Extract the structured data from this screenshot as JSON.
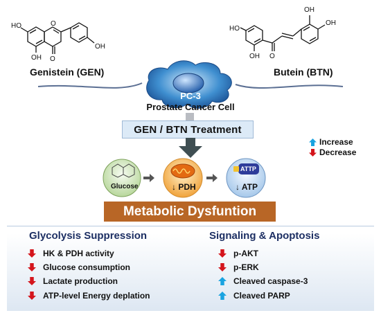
{
  "molecules": {
    "left_label": "Genistein (GEN)",
    "right_label": "Butein (BTN)",
    "atoms": {
      "oh": "OH",
      "ho": "HO",
      "o": "O"
    }
  },
  "cell": {
    "line1": "PC-3",
    "line2": "Prostate Cancer Cell"
  },
  "treatment": "GEN / BTN Treatment",
  "legend": {
    "increase": "Increase",
    "decrease": "Decrease",
    "increase_color": "#1aa3e0",
    "decrease_color": "#d4151c"
  },
  "pathway": {
    "glucose": "Glucose",
    "pdh": "↓ PDH",
    "atp_badge": "ATTP",
    "atp": "↓ ATP"
  },
  "metabolic": "Metabolic Dysfuntion",
  "glycolysis": {
    "title": "Glycolysis Suppression",
    "items": [
      {
        "text": "HK & PDH activity",
        "dir": "down"
      },
      {
        "text": "Glucose consumption",
        "dir": "down"
      },
      {
        "text": "Lactate production",
        "dir": "down"
      },
      {
        "text": "ATP-level Energy deplation",
        "dir": "down"
      }
    ]
  },
  "signaling": {
    "title": "Signaling & Apoptosis",
    "items": [
      {
        "text": "p-AKT",
        "dir": "down"
      },
      {
        "text": "p-ERK",
        "dir": "down"
      },
      {
        "text": "Cleaved caspase-3",
        "dir": "up"
      },
      {
        "text": "Cleaved PARP",
        "dir": "up"
      }
    ]
  }
}
